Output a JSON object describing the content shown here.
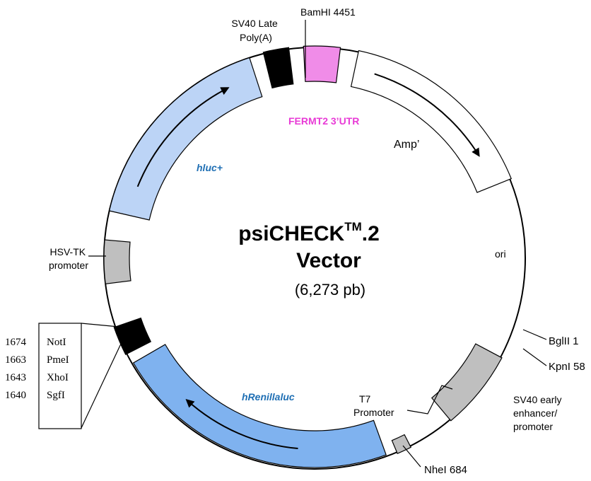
{
  "title": {
    "line1": "psiCHECK",
    "tm": "TM",
    "line1_suffix": ".2",
    "line2": "Vector",
    "size": "(6,273 pb)"
  },
  "features": {
    "amp": {
      "label": "Amp’",
      "color": "#ffffff"
    },
    "ori": {
      "label": "ori"
    },
    "sv40_early": {
      "line1": "SV40 early",
      "line2": "enhancer/",
      "line3": "promoter",
      "color": "#bfbfbf"
    },
    "t7": {
      "line1": "T7",
      "line2": "Promoter",
      "color": "#bfbfbf"
    },
    "hrenilla": {
      "label": "hRenillaluc",
      "color": "#7fb2ef",
      "label_color": "#1f6fb4"
    },
    "hsv_tk": {
      "line1": "HSV-TK",
      "line2": "promoter",
      "color": "#bfbfbf"
    },
    "hluc": {
      "label": "hluc+",
      "color": "#bcd4f6",
      "label_color": "#1f6fb4"
    },
    "sv40_late": {
      "line1": "SV40 Late",
      "line2": "Poly(A)",
      "color": "#000000"
    },
    "fermt2": {
      "label": "FERMT2 3’UTR",
      "color": "#f08ce8",
      "label_color": "#e83ad6"
    },
    "mcs_block": {
      "color": "#000000"
    }
  },
  "sites": {
    "bamhi": "BamHI 4451",
    "bglii": "BglII 1",
    "kpni": "KpnI 58",
    "nhei": "NheI 684"
  },
  "mcs": {
    "positions": [
      "1674",
      "1663",
      "1643",
      "1640"
    ],
    "enzymes": [
      "NotI",
      "PmeI",
      "XhoI",
      "SgfI"
    ]
  }
}
